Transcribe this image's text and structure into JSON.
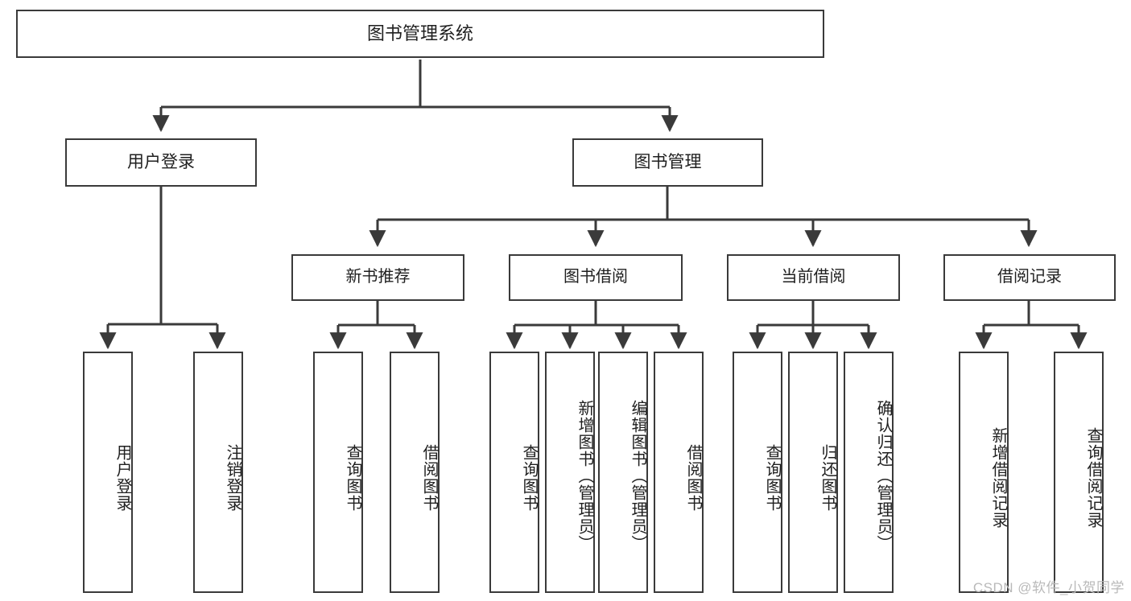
{
  "diagram": {
    "title": "图书管理系统",
    "type": "tree-hierarchy",
    "orientation": "top-down",
    "colors": {
      "box_border": "#3a3a3a",
      "box_fill": "#ffffff",
      "edge": "#3a3a3a",
      "text": "#1f1f1f",
      "watermark": "#b9b9b9",
      "background": "#ffffff"
    }
  },
  "nodes": {
    "root": {
      "label": "图书管理系统"
    },
    "level2": [
      {
        "id": "user-login",
        "label": "用户登录"
      },
      {
        "id": "book-manage",
        "label": "图书管理"
      }
    ],
    "level3": [
      {
        "id": "new-book-recommend",
        "label": "新书推荐"
      },
      {
        "id": "book-borrow",
        "label": "图书借阅"
      },
      {
        "id": "current-borrow",
        "label": "当前借阅"
      },
      {
        "id": "borrow-record",
        "label": "借阅记录"
      }
    ],
    "leaves": {
      "user-login": [
        {
          "id": "leaf-user-login",
          "label": "用户登录"
        },
        {
          "id": "leaf-logout-login",
          "label": "注销登录"
        }
      ],
      "new-book-recommend": [
        {
          "id": "leaf-query-book-1",
          "label": "查询图书"
        },
        {
          "id": "leaf-borrow-book-1",
          "label": "借阅图书"
        }
      ],
      "book-borrow": [
        {
          "id": "leaf-query-book-2",
          "label": "查询图书"
        },
        {
          "id": "leaf-add-book",
          "label": "新增图书（管理员）"
        },
        {
          "id": "leaf-edit-book",
          "label": "编辑图书（管理员）"
        },
        {
          "id": "leaf-borrow-book-2",
          "label": "借阅图书"
        }
      ],
      "current-borrow": [
        {
          "id": "leaf-query-book-3",
          "label": "查询图书"
        },
        {
          "id": "leaf-return-book",
          "label": "归还图书"
        },
        {
          "id": "leaf-confirm-return",
          "label": "确认归还（管理员）"
        }
      ],
      "borrow-record": [
        {
          "id": "leaf-add-record",
          "label": "新增借阅记录"
        },
        {
          "id": "leaf-query-record",
          "label": "查询借阅记录"
        }
      ]
    }
  },
  "watermark": {
    "text": "CSDN @软件_小贺同学"
  }
}
